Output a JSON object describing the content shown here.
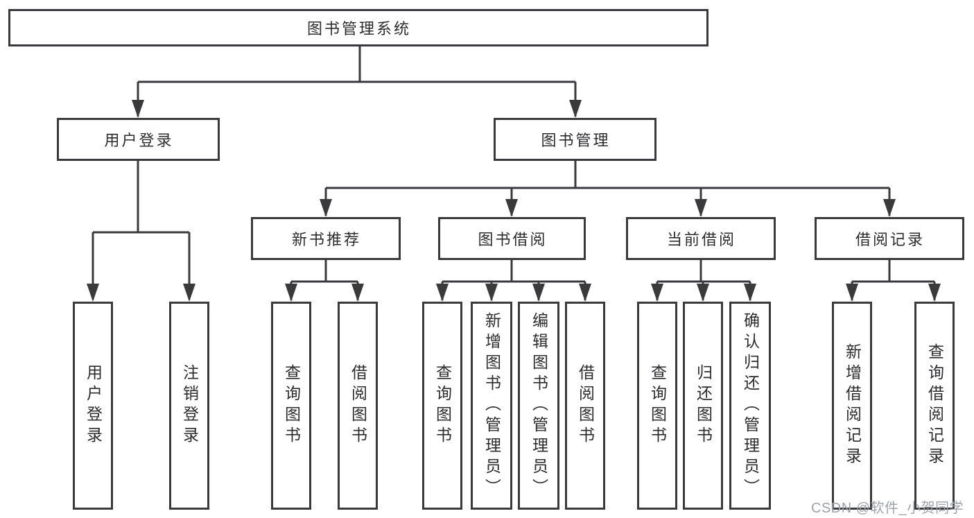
{
  "tree": {
    "label": "图书管理系统",
    "children": [
      {
        "label": "用户登录",
        "children": [
          {
            "label": "用户登录"
          },
          {
            "label": "注销登录"
          }
        ]
      },
      {
        "label": "图书管理",
        "children": [
          {
            "label": "新书推荐",
            "children": [
              {
                "label": "查询图书"
              },
              {
                "label": "借阅图书"
              }
            ]
          },
          {
            "label": "图书借阅",
            "children": [
              {
                "label": "查询图书"
              },
              {
                "label": "新增图书（管理员）"
              },
              {
                "label": "编辑图书（管理员）"
              },
              {
                "label": "借阅图书"
              }
            ]
          },
          {
            "label": "当前借阅",
            "children": [
              {
                "label": "查询图书"
              },
              {
                "label": "归还图书"
              },
              {
                "label": "确认归还（管理员）"
              }
            ]
          },
          {
            "label": "借阅记录",
            "children": [
              {
                "label": "新增借阅记录"
              },
              {
                "label": "查询借阅记录"
              }
            ]
          }
        ]
      }
    ]
  },
  "watermark": "CSDN @软件_小贺同学",
  "colors": {
    "line": "#3a3a3c",
    "text": "#2c2c2e",
    "box_fill": "#ffffff",
    "watermark": "#9ea2aa"
  }
}
